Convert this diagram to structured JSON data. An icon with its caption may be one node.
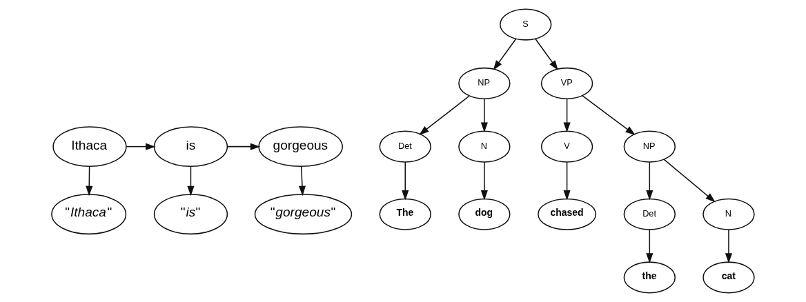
{
  "diagram": {
    "nodes": [
      {
        "text": [
          "Ithaca"
        ]
      },
      {
        "text": [
          "is"
        ]
      },
      {
        "text": [
          "gorgeous"
        ]
      },
      {
        "text": [
          "\"*Ithaca*\""
        ]
      },
      {
        "text": [
          "\"*is*\""
        ]
      },
      {
        "text": [
          "\"*gorgeous*\""
        ]
      },
      {
        "text": [
          "S"
        ]
      },
      {
        "text": [
          "NP"
        ]
      },
      {
        "text": [
          "VP"
        ]
      },
      {
        "text": [
          "Det"
        ]
      },
      {
        "text": [
          "N"
        ]
      },
      {
        "text": [
          "V"
        ]
      },
      {
        "text": [
          "NP"
        ]
      },
      {
        "text": [
          "The"
        ]
      },
      {
        "text": [
          "dog"
        ]
      },
      {
        "text": [
          "chased"
        ]
      },
      {
        "text": [
          "Det"
        ]
      },
      {
        "text": [
          "N"
        ]
      },
      {
        "text": [
          "the"
        ]
      },
      {
        "text": [
          "cat"
        ]
      }
    ],
    "edges": [
      {
        "from": 0,
        "to": 1,
        "arrow": "to"
      },
      {
        "from": 1,
        "to": 2,
        "arrow": "to"
      },
      {
        "from": 0,
        "to": 3,
        "arrow": "to"
      },
      {
        "from": 1,
        "to": 4,
        "arrow": "to"
      },
      {
        "from": 2,
        "to": 5,
        "arrow": "to"
      },
      {
        "from": 6,
        "to": 7,
        "arrow": "to"
      },
      {
        "from": 6,
        "to": 8,
        "arrow": "to"
      },
      {
        "from": 7,
        "to": 9,
        "arrow": "to"
      },
      {
        "from": 7,
        "to": 10,
        "arrow": "to"
      },
      {
        "from": 8,
        "to": 11,
        "arrow": "to"
      },
      {
        "from": 8,
        "to": 12,
        "arrow": "to"
      },
      {
        "from": 9,
        "to": 13,
        "arrow": "to"
      },
      {
        "from": 10,
        "to": 14,
        "arrow": "to"
      },
      {
        "from": 11,
        "to": 15,
        "arrow": "to"
      },
      {
        "from": 12,
        "to": 16,
        "arrow": "to"
      },
      {
        "from": 12,
        "to": 17,
        "arrow": "to"
      },
      {
        "from": 16,
        "to": 18,
        "arrow": "to"
      },
      {
        "from": 17,
        "to": 19,
        "arrow": "to"
      }
    ]
  }
}
